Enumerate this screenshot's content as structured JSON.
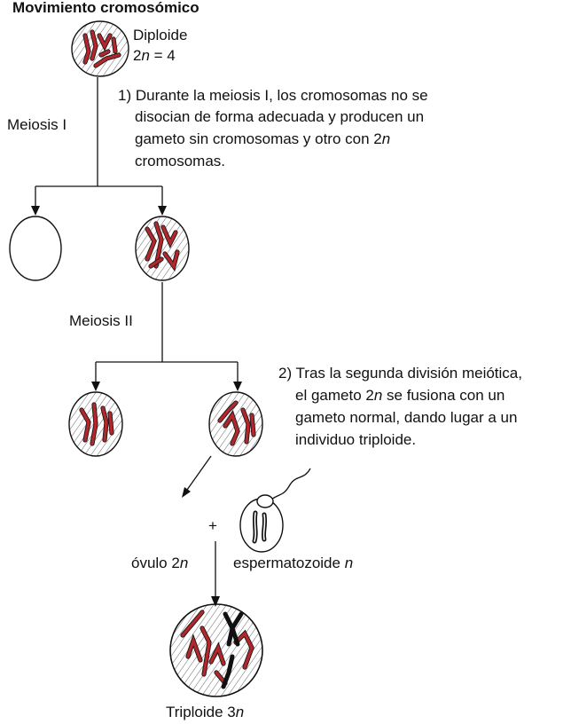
{
  "title": "Movimiento cromosómico",
  "top_cell": {
    "label_line1": "Diploide",
    "label_line2_prefix": "2",
    "label_line2_italic": "n",
    "label_line2_suffix": " = 4"
  },
  "meiosis1": {
    "label": "Meiosis I"
  },
  "note1": {
    "lines": [
      "1) Durante la meiosis I, los cromosomas no se",
      "disocian de forma adecuada y producen un",
      "gameto sin cromosomas y otro con 2"
    ],
    "line3_italic": "n",
    "line4": "cromosomas."
  },
  "meiosis2": {
    "label": "Meiosis II"
  },
  "note2": {
    "line1": "2) Tras la segunda división meiótica,",
    "line2_prefix": "el gameto 2",
    "line2_italic": "n",
    "line2_suffix": " se fusiona con un",
    "line3": "gameto normal, dando lugar a un",
    "line4": "individuo triploide."
  },
  "plus": "+",
  "ovulo": {
    "prefix": "óvulo 2",
    "italic": "n"
  },
  "esperm": {
    "prefix": "espermatozoide ",
    "italic": "n"
  },
  "triploid": {
    "prefix": "Triploide 3",
    "italic": "n"
  }
}
